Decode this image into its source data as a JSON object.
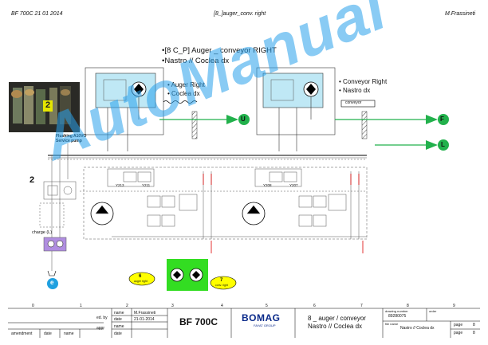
{
  "header": {
    "left": "BF 700C  21 01 2014",
    "center": "[8_]auger_conv. right",
    "right": "M.Frassineti"
  },
  "title_lines": [
    "•[8 C_P] Auger _ conveyor RIGHT",
    "•Nastro // Coclea dx"
  ],
  "motor_left": {
    "line1": "• Auger Right",
    "line2": "• Coclea dx"
  },
  "motor_right": {
    "line1": "• Conveyor Right",
    "line2": "• Nastro dx",
    "box_label": "conveyor"
  },
  "connectors": {
    "u": "U",
    "f": "F",
    "l": "L",
    "e": "e"
  },
  "photo_number": "2",
  "pump_label": [
    "Flushing A10VO",
    "Service pump"
  ],
  "side_number": "2",
  "charge_label": "charge (L)",
  "valve_labels": [
    "Y213",
    "Y211",
    "Y208",
    "Y207"
  ],
  "badges": [
    {
      "num": "6",
      "text": "auger right"
    },
    {
      "num": "7",
      "text": "conv. right"
    }
  ],
  "watermark": "AutoManual",
  "title_block": {
    "col_numbers": [
      "0",
      "1",
      "2",
      "3",
      "4",
      "5",
      "6",
      "7",
      "8",
      "9"
    ],
    "ed_by": "ed. by",
    "appr": "appr",
    "name_label": "name",
    "date_label": "date",
    "author": "M.Frassineti",
    "date": "21-01-2014",
    "amendment": "amendment",
    "date2": "date",
    "name2": "name",
    "model": "BF 700C",
    "brand": "BOMAG",
    "brand_sub": "FAYAT GROUP",
    "desc_line1": "8 _ auger / conveyor",
    "desc_line2": "Nastro // Coclea dx",
    "drawing_number_label": "drawing number",
    "drawing_number": "89280075",
    "order_label": "order",
    "file_name_label": "file name",
    "file_name": "Nastro // Coclea dx",
    "page_label": "page",
    "page_value": "8",
    "pages_label": "page",
    "pages_value": "8"
  },
  "colors": {
    "motor_fill": "#bfe8f5",
    "arrow_green": "#22b14c",
    "connector_e": "#1fa0e0",
    "badge_yellow": "#ffff00",
    "green_block": "#33dd22",
    "charge_purple": "#b08ee0",
    "watermark_blue": "#28a0eb"
  }
}
